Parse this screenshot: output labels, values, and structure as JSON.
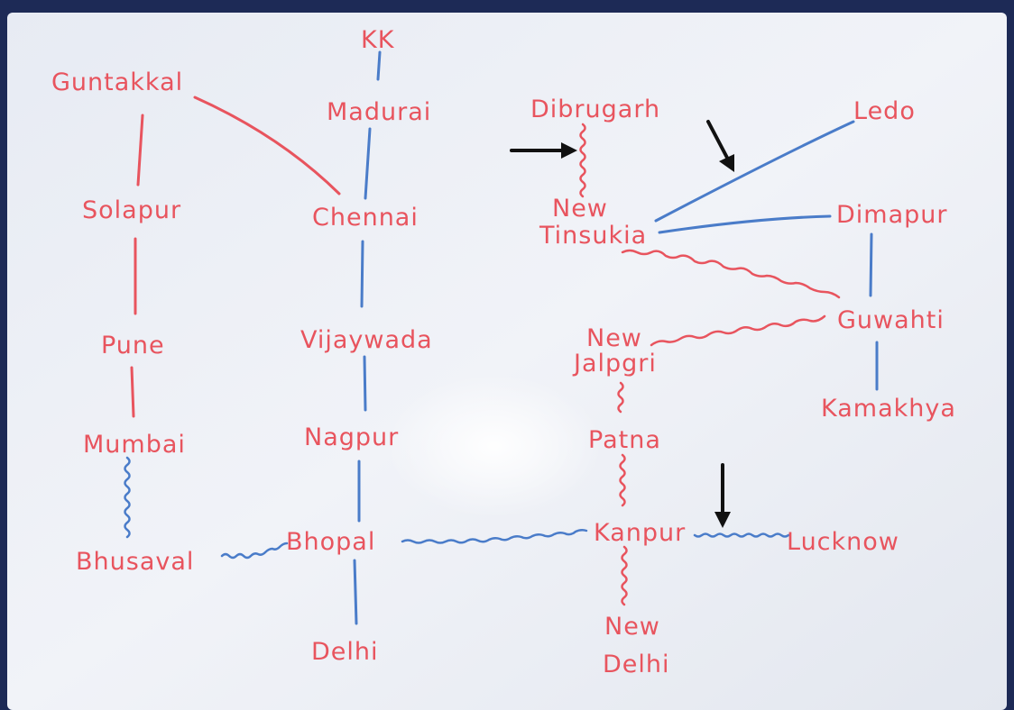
{
  "colors": {
    "board": "#eef1f7",
    "frame": "#1d2a56",
    "red_ink": "#e8545e",
    "blue_ink": "#4a7cc9",
    "arrow": "#111111"
  },
  "cities": {
    "kk": "KK",
    "madurai": "Madurai",
    "guntakkal": "Guntakkal",
    "chennai": "Chennai",
    "solapur": "Solapur",
    "pune": "Pune",
    "vijayawada": "Vijaywada",
    "mumbai": "Mumbai",
    "nagpur": "Nagpur",
    "bhusaval": "Bhusaval",
    "bhopal": "Bhopal",
    "delhi": "Delhi",
    "dibrugarh": "Dibrugarh",
    "ledo": "Ledo",
    "new_tinsukia_1": "New",
    "new_tinsukia_2": "Tinsukia",
    "dimapur": "Dimapur",
    "guwahati": "Guwahti",
    "new_jalpaiguri_1": "New",
    "new_jalpaiguri_2": "Jalpgri",
    "kamakhya": "Kamakhya",
    "patna": "Patna",
    "kanpur": "Kanpur",
    "lucknow": "Lucknow",
    "new_delhi_1": "New",
    "new_delhi_2": "Delhi"
  }
}
